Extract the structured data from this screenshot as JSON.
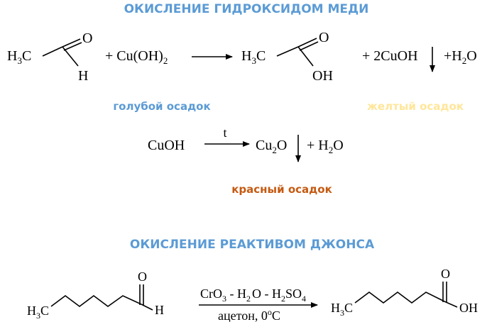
{
  "headings": {
    "copper": "ОКИСЛЕНИЕ ГИДРОКСИДОМ МЕДИ",
    "jones": "ОКИСЛЕНИЕ РЕАКТИВОМ ДЖОНСА"
  },
  "reaction1": {
    "h3c": "H",
    "h3c_sub": "3",
    "h3c_c": "C",
    "o": "O",
    "h": "H",
    "plus_cu": "+ Cu(OH)",
    "cu_sub": "2",
    "prod_h3c": "H",
    "prod_h3c_sub": "3",
    "prod_c": "C",
    "prod_o": "O",
    "prod_oh": "OH",
    "plus_cuoh": "+ 2CuOH",
    "plus_h2o": "+H",
    "h2o_sub": "2",
    "h2o_o": "O"
  },
  "labels": {
    "blue": "голубой осадок",
    "yellow": "желтый осадок",
    "red": "красный осадок"
  },
  "reaction2": {
    "cuoh": "CuOH",
    "t": "t",
    "cu": "Cu",
    "cu_sub": "2",
    "cu_o": "O",
    "plus_h": "+ H",
    "h_sub": "2",
    "h_o": "O"
  },
  "reaction3": {
    "start_h3c": "H",
    "start_sub": "3",
    "start_c": "C",
    "start_o": "O",
    "start_h": "H",
    "reagent_a": "CrO",
    "reagent_a_sub": "3",
    "reagent_b": " - H",
    "reagent_b_sub": "2",
    "reagent_c": "O - H",
    "reagent_c_sub": "2",
    "reagent_d": "SO",
    "reagent_d_sub": "4",
    "cond_a": "ацетон, 0",
    "cond_deg": "o",
    "cond_b": "C",
    "prod_h3c": "H",
    "prod_sub": "3",
    "prod_c": "C",
    "prod_o": "O",
    "prod_oh": "OH"
  },
  "colors": {
    "heading": "#5b9bd5",
    "blue_label": "#5b9bd5",
    "yellow_label": "#ffe699",
    "red_label": "#c55a11"
  }
}
